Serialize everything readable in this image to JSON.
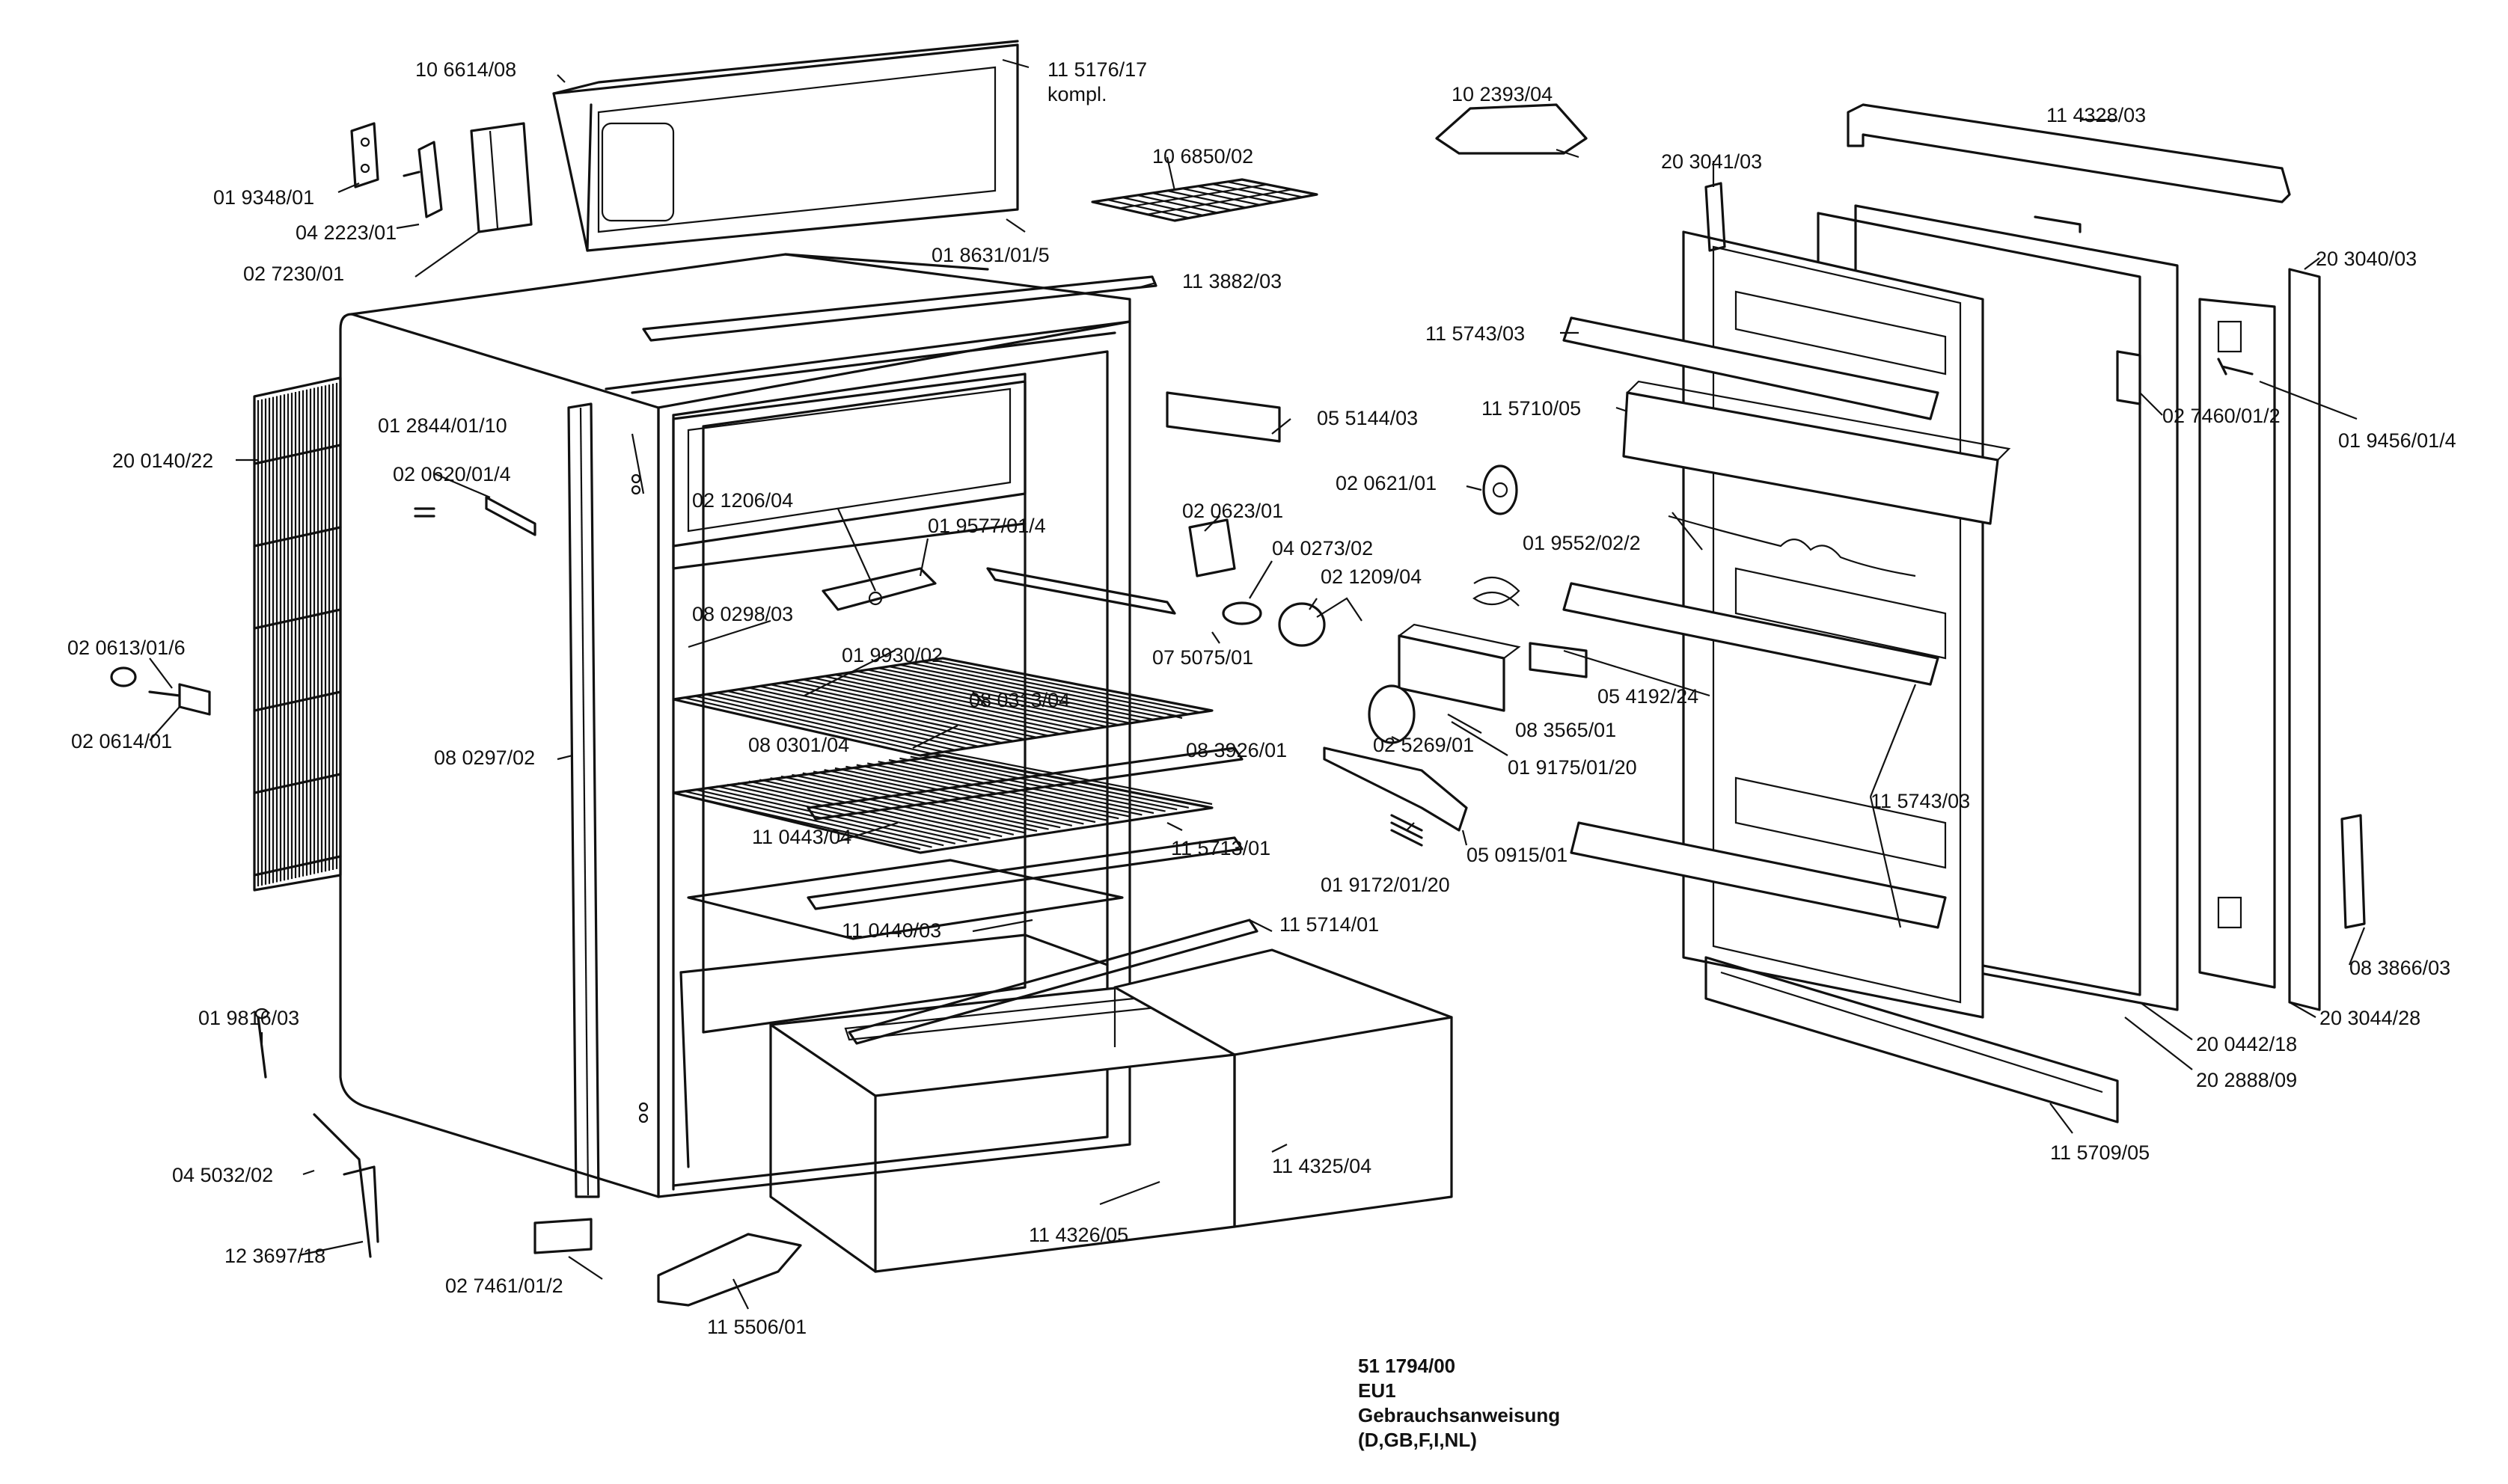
{
  "document": {
    "type": "exploded parts diagram",
    "note_lines": [
      "51 1794/00",
      "EU1",
      "Gebrauchsanweisung",
      "(D,GB,F,I,NL)"
    ]
  },
  "parts": {
    "p_106614_08": "10 6614/08",
    "p_115176_17": "11 5176/17",
    "p_kompl": "kompl.",
    "p_019348_01": "01 9348/01",
    "p_042223_01": "04 2223/01",
    "p_027230_01": "02 7230/01",
    "p_018631_01_5": "01 8631/01/5",
    "p_113882_03": "11 3882/03",
    "p_106850_02": "10 6850/02",
    "p_102393_04": "10 2393/04",
    "p_114328_03": "11 4328/03",
    "p_203041_03": "20 3041/03",
    "p_203040_03": "20 3040/03",
    "p_200140_22": "20 0140/22",
    "p_012844_01_10": "01 2844/01/10",
    "p_020620_01_4": "02 0620/01/4",
    "p_021206_04": "02 1206/04",
    "p_019577_01_4": "01 9577/01/4",
    "p_080298_03": "08 0298/03",
    "p_020613_01_6": "02 0613/01/6",
    "p_020614_01": "02 0614/01",
    "p_019930_02": "01 9930/02",
    "p_080313_04": "08 0313/04",
    "p_080301_04": "08 0301/04",
    "p_080297_02": "08 0297/02",
    "p_110443_04": "11 0443/04",
    "p_110440_03": "11 0440/03",
    "p_115714_01": "11 5714/01",
    "p_019816_03": "01 9816/03",
    "p_045032_02": "04 5032/02",
    "p_123697_18": "12 3697/18",
    "p_027461_01_2": "02 7461/01/2",
    "p_115506_01": "11 5506/01",
    "p_114326_05": "11 4326/05",
    "p_114325_04": "11 4325/04",
    "p_055144_03": "05 5144/03",
    "p_020621_01": "02 0621/01",
    "p_020623_01": "02 0623/01",
    "p_040273_02": "04 0273/02",
    "p_021209_04": "02 1209/04",
    "p_075075_01": "07 5075/01",
    "p_083926_01": "08 3926/01",
    "p_115713_01": "11 5713/01",
    "p_025269_01": "02 5269/01",
    "p_083565_01": "08 3565/01",
    "p_019175_01_20": "01 9175/01/20",
    "p_019172_01_20": "01 9172/01/20",
    "p_050915_01": "05 0915/01",
    "p_115743_03_top": "11 5743/03",
    "p_115710_05": "11 5710/05",
    "p_019552_02_2": "01 9552/02/2",
    "p_054192_24": "05 4192/24",
    "p_115743_03_mid": "11 5743/03",
    "p_027460_01_2": "02 7460/01/2",
    "p_019456_01_4": "01 9456/01/4",
    "p_083866_03": "08 3866/03",
    "p_203044_28": "20 3044/28",
    "p_200442_18": "20 0442/18",
    "p_202888_09": "20 2888/09",
    "p_115709_05": "11 5709/05"
  }
}
